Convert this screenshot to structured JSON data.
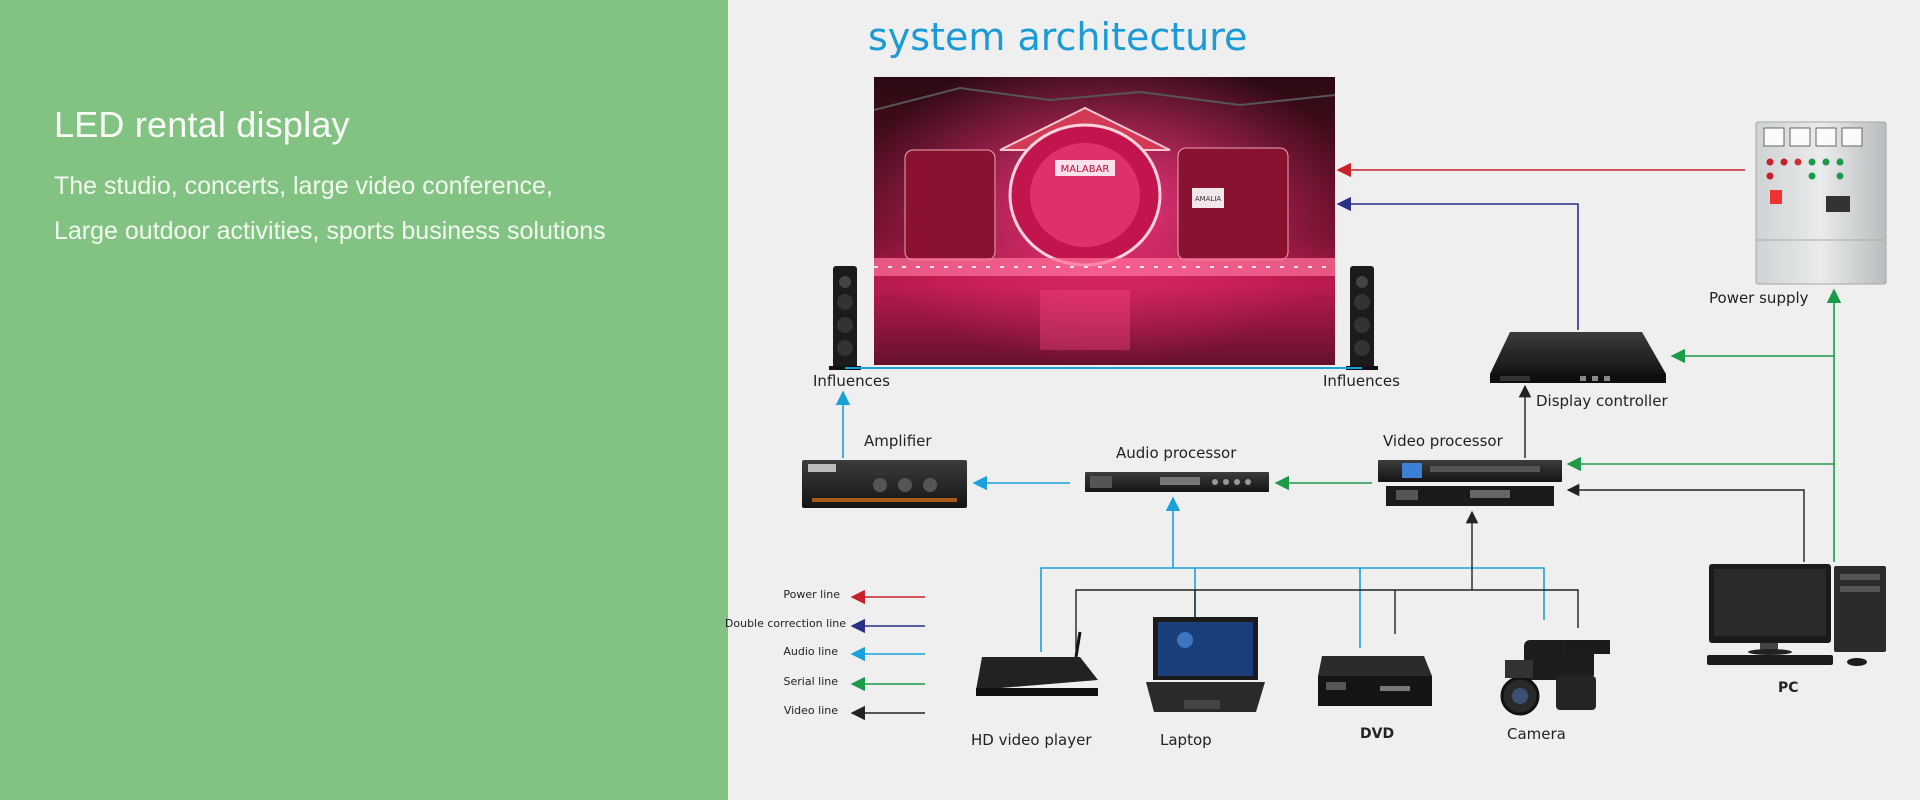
{
  "left": {
    "title": "LED rental display",
    "lines": [
      "The studio, concerts, large video conference,",
      "Large outdoor activities, sports business solutions"
    ]
  },
  "diagram": {
    "title": "system architecture",
    "labels": {
      "influences_left": "Influences",
      "influences_right": "Influences",
      "amplifier": "Amplifier",
      "audio_processor": "Audio processor",
      "video_processor": "Video processor",
      "display_controller": "Display controller",
      "power_supply": "Power supply",
      "pc": "PC",
      "hd_video_player": "HD video player",
      "laptop": "Laptop",
      "dvd": "DVD",
      "camera": "Camera"
    },
    "screen_signs": {
      "brand": "MALABAR",
      "right_logo": "AMALIA"
    },
    "legend": [
      {
        "label": "Power line",
        "color": "#c8202a"
      },
      {
        "label": "Double correction line",
        "color": "#2a2f86"
      },
      {
        "label": "Audio line",
        "color": "#1aa0db"
      },
      {
        "label": "Serial line",
        "color": "#1b9a4a"
      },
      {
        "label": "Video line",
        "color": "#222222"
      }
    ],
    "colors": {
      "power": "#c8202a",
      "correction": "#2a2f86",
      "audio": "#1aa0db",
      "serial": "#1b9a4a",
      "video": "#222222",
      "title": "#1a9ad6",
      "left_panel": "#82c282"
    }
  }
}
